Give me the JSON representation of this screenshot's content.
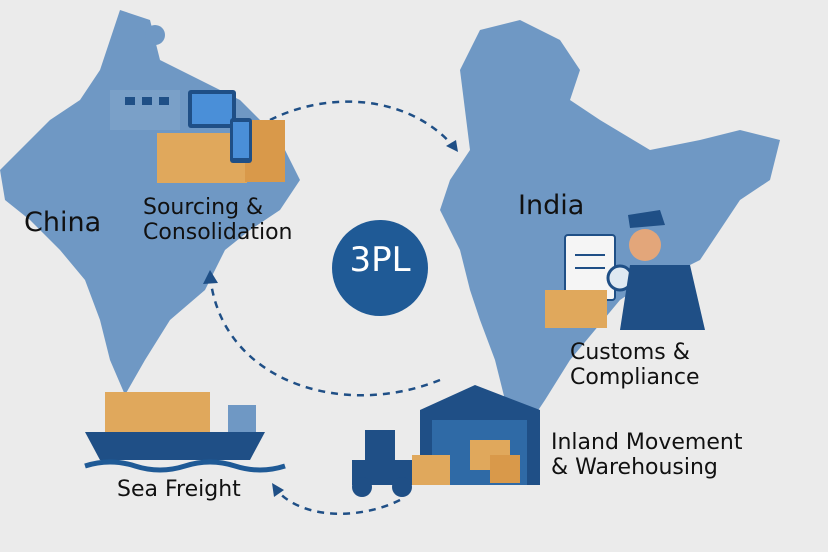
{
  "hub": {
    "label": "3PL",
    "color": "#1f5a96"
  },
  "countries": {
    "origin": "China",
    "destination": "India"
  },
  "steps": [
    {
      "line1": "Sourcing &",
      "line2": "Consolidation"
    },
    {
      "line1": "Customs &",
      "line2": "Compliance"
    },
    {
      "line1": "Inland Movement",
      "line2": "& Warehousing"
    },
    {
      "line1": "Sea Freight",
      "line2": ""
    }
  ],
  "colors": {
    "background": "#ebebeb",
    "map": "#6f98c4",
    "dark_blue": "#1f4f86",
    "box": "#e0a85c",
    "arrow": "#1f4f86"
  }
}
